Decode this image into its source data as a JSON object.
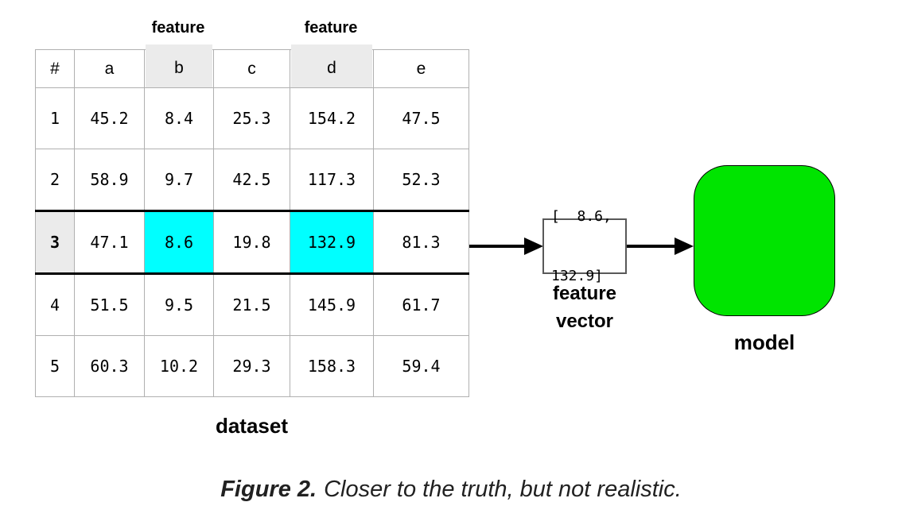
{
  "diagram": {
    "top_labels": {
      "b": "feature",
      "d": "feature"
    },
    "table": {
      "caption": "dataset",
      "columns": [
        "#",
        "a",
        "b",
        "c",
        "d",
        "e"
      ],
      "rows": [
        {
          "n": "1",
          "a": "45.2",
          "b": "8.4",
          "c": "25.3",
          "d": "154.2",
          "e": "47.5"
        },
        {
          "n": "2",
          "a": "58.9",
          "b": "9.7",
          "c": "42.5",
          "d": "117.3",
          "e": "52.3"
        },
        {
          "n": "3",
          "a": "47.1",
          "b": "8.6",
          "c": "19.8",
          "d": "132.9",
          "e": "81.3",
          "highlighted": true
        },
        {
          "n": "4",
          "a": "51.5",
          "b": "9.5",
          "c": "21.5",
          "d": "145.9",
          "e": "61.7"
        },
        {
          "n": "5",
          "a": "60.3",
          "b": "10.2",
          "c": "29.3",
          "d": "158.3",
          "e": "59.4"
        }
      ],
      "highlighted_row": "3",
      "highlighted_columns": [
        "b",
        "d"
      ]
    },
    "vector": {
      "line1": "[  8.6,",
      "line2": "132.9]",
      "label_line1": "feature",
      "label_line2": "vector"
    },
    "model": {
      "label": "model"
    },
    "colors": {
      "highlight_cyan": "#00ffff",
      "column_gray": "#ebebeb",
      "model_green": "#00e400",
      "table_border": "#b0b0b0",
      "emphasis_border": "#000000"
    }
  },
  "caption": {
    "prefix": "Figure 2.",
    "text": "Closer to the truth, but not realistic."
  }
}
